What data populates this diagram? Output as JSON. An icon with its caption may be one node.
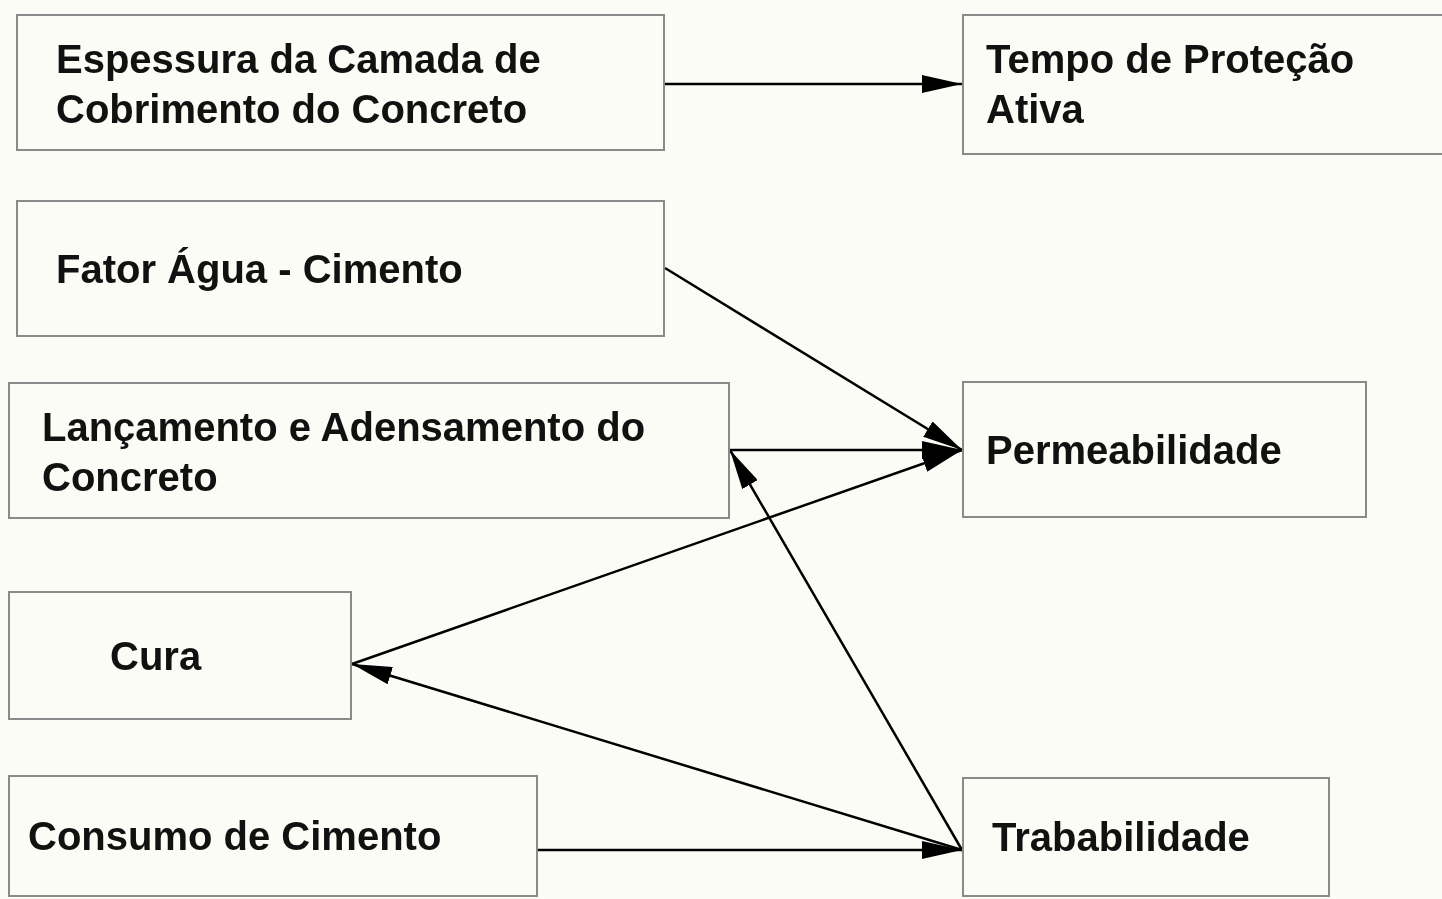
{
  "diagram": {
    "nodes": [
      {
        "text": [
          "Espessura da Camada de Cobrimento do Concreto"
        ]
      },
      {
        "text": [
          "Tempo de Proteção Ativa"
        ]
      },
      {
        "text": [
          "Fator Água - Cimento"
        ]
      },
      {
        "text": [
          "Lançamento e Adensamento do Concreto"
        ]
      },
      {
        "text": [
          "Permeabilidade"
        ]
      },
      {
        "text": [
          "Cura"
        ]
      },
      {
        "text": [
          "Consumo de Cimento"
        ]
      },
      {
        "text": [
          "Trababilidade"
        ]
      }
    ],
    "edges": [
      {
        "from": 0,
        "to": 1,
        "arrow": "to"
      },
      {
        "from": 2,
        "to": 4,
        "arrow": "to"
      },
      {
        "from": 3,
        "to": 4,
        "arrow": "to"
      },
      {
        "from": 5,
        "to": 4,
        "arrow": "to"
      },
      {
        "from": 7,
        "to": 3,
        "arrow": "to"
      },
      {
        "from": 7,
        "to": 5,
        "arrow": "to"
      },
      {
        "from": 6,
        "to": 7,
        "arrow": "to"
      }
    ]
  }
}
